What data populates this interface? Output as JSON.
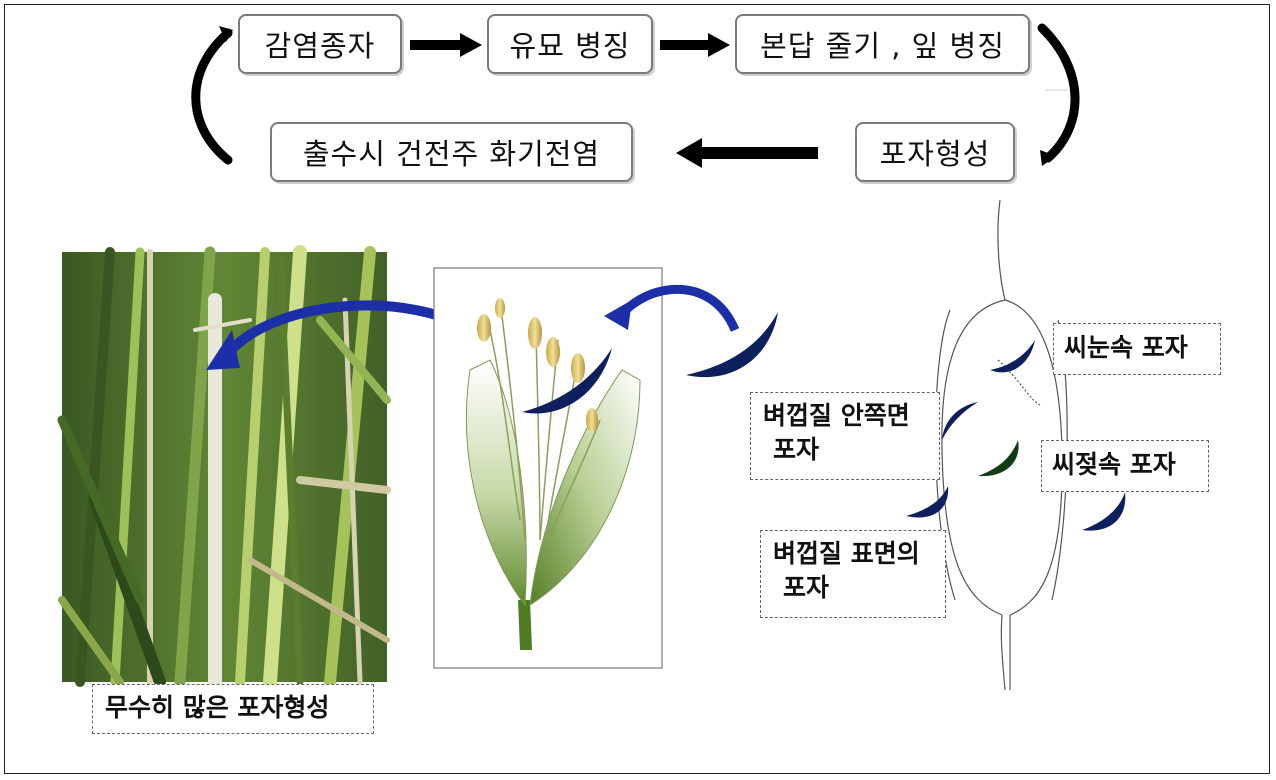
{
  "cycle": {
    "step1": "감염종자",
    "step2": "유묘 병징",
    "step3": "본답 줄기 , 잎 병징",
    "step4": "포자형성",
    "step5": "출수시 건전주 화기전염"
  },
  "labels": {
    "spores_many": "무수히 많은 포자형성",
    "spore_embryo": "씨눈속 포자",
    "spore_hull_inner_1": "벼껍질 안쪽면",
    "spore_hull_inner_2": "포자",
    "spore_endosperm": "씨젖속 포자",
    "spore_hull_surface_1": "벼껍질 표면의",
    "spore_hull_surface_2": "포자"
  },
  "colors": {
    "spore": "#0d1f5c",
    "spore_green": "#123d14",
    "arrow": "#1c2fa8"
  }
}
